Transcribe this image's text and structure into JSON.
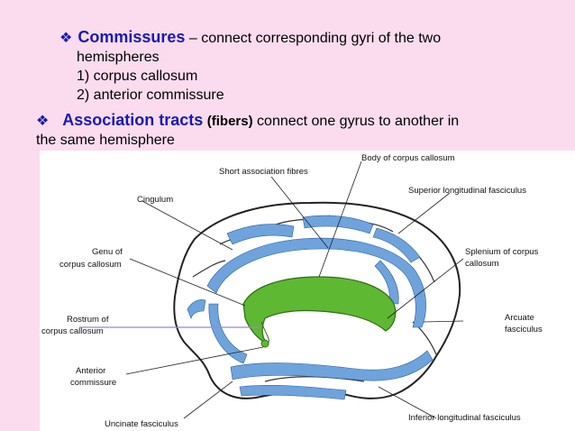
{
  "bullet1": {
    "head": "Commissures",
    "text": " – connect corresponding gyri of the two",
    "line2": "hemispheres",
    "item1": "1) corpus callosum",
    "item2": "2)  anterior commissure"
  },
  "bullet2": {
    "head": "Association tracts",
    "fibers": "(fibers)",
    "text": "  connect one gyrus to another in",
    "line2": "the same hemisphere"
  },
  "figure": {
    "labels": {
      "short_assoc": "Short association fibres",
      "body_cc": "Body of corpus callosum",
      "cingulum": "Cingulum",
      "sup_long": "Superior longitudinal fasciculus",
      "genu1": "Genu of",
      "genu2": "corpus callosum",
      "splenium1": "Splenium of corpus",
      "splenium2": "callosum",
      "rostrum1": "Rostrum of",
      "rostrum2": "corpus callosum",
      "arcuate1": "Arcuate",
      "arcuate2": "fasciculus",
      "anterior1": "Anterior",
      "anterior2": "commissure",
      "uncinate": "Uncinate fasciculus",
      "inf_long": "Inferior longitudinal fasciculus"
    },
    "colors": {
      "tract": "#6fa3dc",
      "callosum": "#5fb832",
      "arrow": "#9a86d6"
    }
  }
}
